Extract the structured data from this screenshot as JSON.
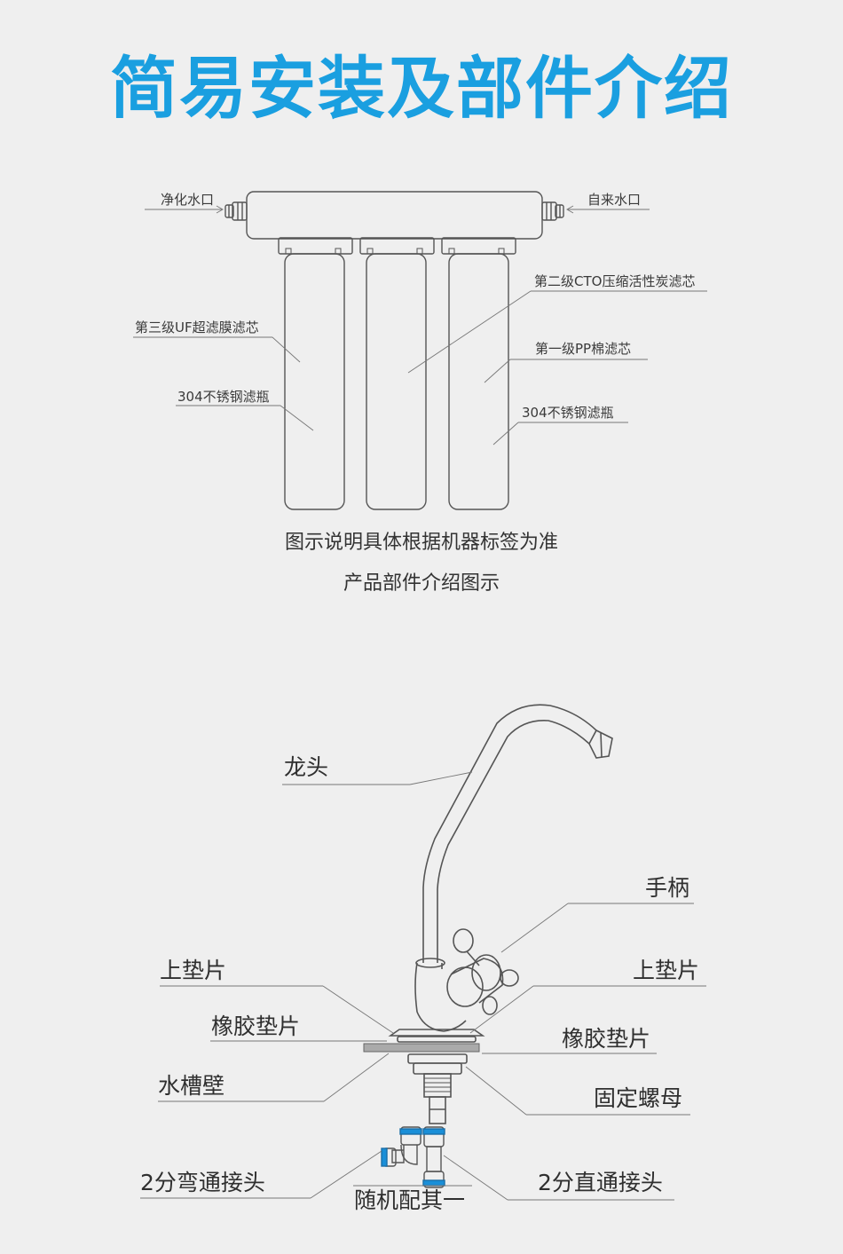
{
  "title": "简易安装及部件介绍",
  "filter": {
    "labels": {
      "purified_outlet": "净化水口",
      "tap_inlet": "自来水口",
      "stage2": "第二级CTO压缩活性炭滤芯",
      "stage3": "第三级UF超滤膜滤芯",
      "stage1": "第一级PP棉滤芯",
      "bottle_left": "304不锈钢滤瓶",
      "bottle_right": "304不锈钢滤瓶"
    },
    "captions": {
      "note": "图示说明具体根据机器标签为准",
      "intro": "产品部件介绍图示"
    }
  },
  "faucet": {
    "labels": {
      "spout": "龙头",
      "handle": "手柄",
      "upper_gasket_left": "上垫片",
      "upper_gasket_right": "上垫片",
      "rubber_gasket_left": "橡胶垫片",
      "rubber_gasket_right": "橡胶垫片",
      "sink_wall": "水槽壁",
      "fixing_nut": "固定螺母",
      "elbow_connector": "2分弯通接头",
      "straight_connector": "2分直通接头",
      "random_one": "随机配其一"
    }
  },
  "colors": {
    "title": "#1a9fe0",
    "connector_blue": "#1a8fd8",
    "line": "#555555"
  }
}
